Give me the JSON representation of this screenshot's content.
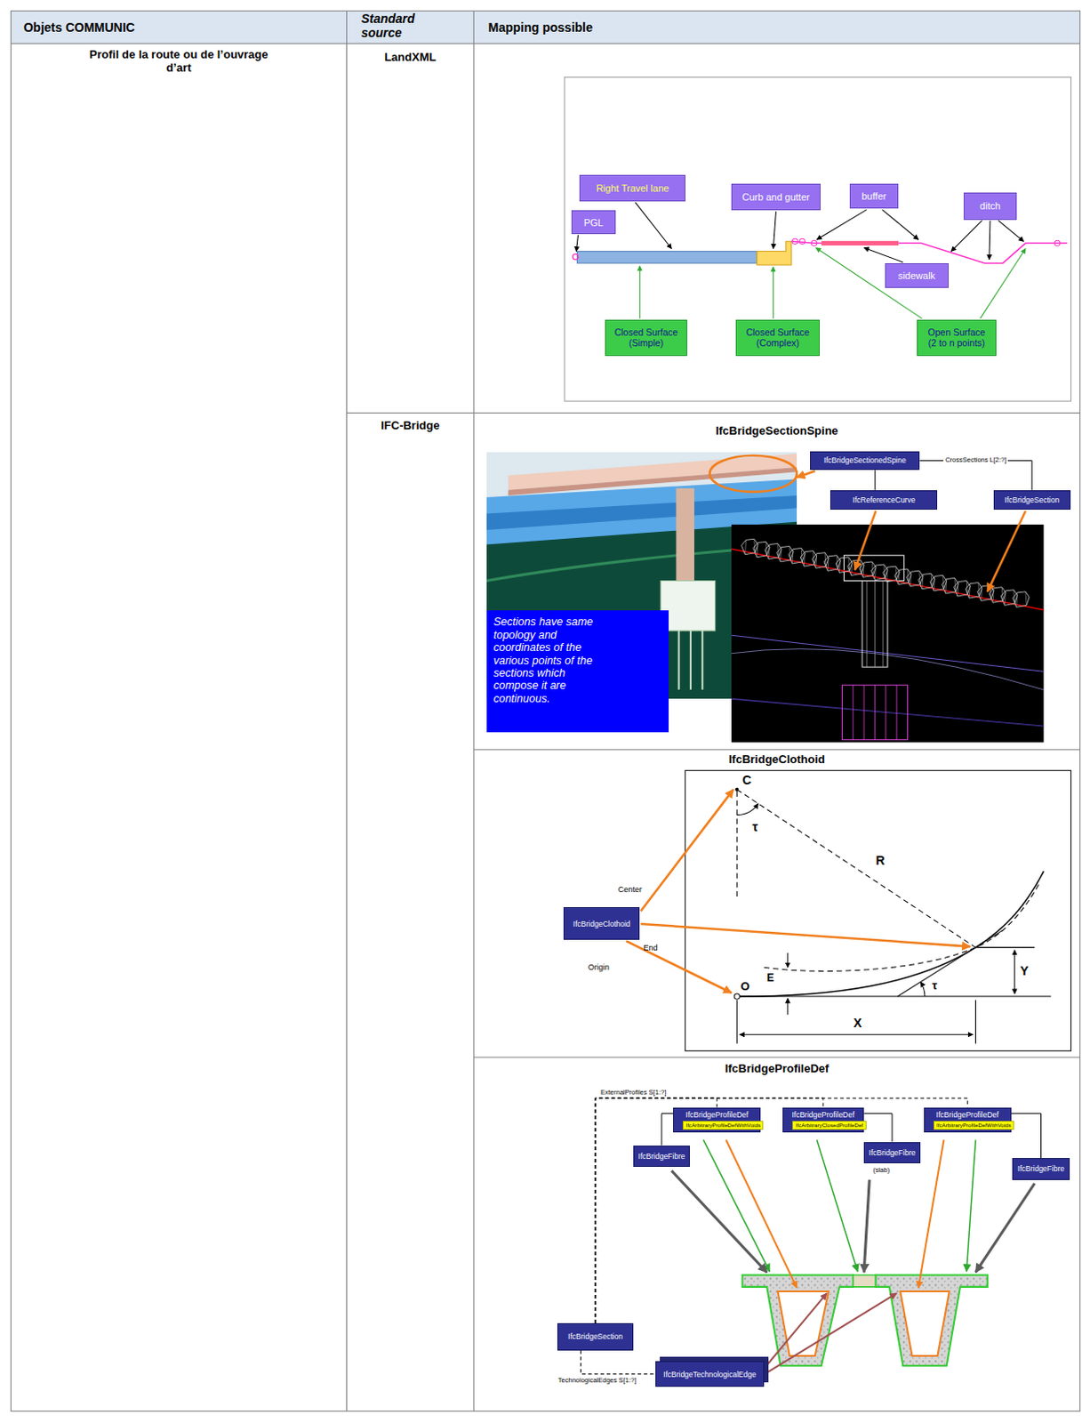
{
  "diagram": {
    "nodes": [
      {
        "text": [
          "Right Travel lane"
        ]
      },
      {
        "text": [
          "PGL"
        ]
      },
      {
        "text": [
          "Curb and gutter"
        ]
      },
      {
        "text": [
          "buffer"
        ]
      },
      {
        "text": [
          "ditch"
        ]
      },
      {
        "text": [
          "sidewalk"
        ]
      },
      {
        "text": [
          "Closed Surface (Simple)"
        ]
      },
      {
        "text": [
          "Closed Surface (Complex)"
        ]
      },
      {
        "text": [
          "Open Surface (2 to n points)"
        ]
      },
      {
        "text": [
          "IfcBridgeSectionedSpine"
        ]
      },
      {
        "text": [
          "IfcReferenceCurve"
        ]
      },
      {
        "text": [
          "IfcBridgeSection"
        ]
      },
      {
        "text": [
          "Sections have same topology and coordinates of the various points of the sections which compose it are continuous."
        ]
      },
      {
        "text": [
          "IfcBridgeClothoid"
        ]
      },
      {
        "text": [
          "IfcBridgeProfileDef"
        ]
      },
      {
        "text": [
          "IfcArbitraryProfileDefWithVoids"
        ],
        "in": 14
      },
      {
        "text": [
          "IfcBridgeProfileDef"
        ]
      },
      {
        "text": [
          "IfcArbitraryClosedProfileDef"
        ],
        "in": 16
      },
      {
        "text": [
          "IfcBridgeProfileDef"
        ]
      },
      {
        "text": [
          "IfcArbitraryProfileDefWithVoids"
        ],
        "in": 18
      },
      {
        "text": [
          "IfcBridgeFibre"
        ]
      },
      {
        "text": [
          "IfcBridgeFibre"
        ]
      },
      {
        "text": [
          "IfcBridgeFibre"
        ]
      },
      {
        "text": [
          "IfcBridgeSection"
        ]
      },
      {
        "text": [
          "IfcBridgeTechnologicalEdge"
        ]
      }
    ],
    "edges": [
      {
        "from": 9,
        "to": 10,
        "arrow": "none"
      },
      {
        "from": 9,
        "to": 11,
        "arrow": "none",
        "label": "CrossSections L[2:?]"
      },
      {
        "from": 14,
        "to": 20,
        "arrow": "none"
      },
      {
        "from": 16,
        "to": 21,
        "arrow": "none"
      },
      {
        "from": 18,
        "to": 22,
        "arrow": "none"
      },
      {
        "from": 23,
        "to": 14,
        "arrow": "none",
        "label": "ExternalProfiles S[1:?]"
      },
      {
        "from": 23,
        "to": 16,
        "arrow": "none"
      },
      {
        "from": 23,
        "to": 18,
        "arrow": "none"
      },
      {
        "from": 23,
        "to": 24,
        "arrow": "none",
        "label": "TechnologicalEdges S[1:?]"
      }
    ],
    "labels": [
      "Objets COMMUNIC",
      "Standard source",
      "Mapping possible",
      "Profil de la route ou de l’ouvrage d’art",
      "LandXML",
      "IFC-Bridge",
      "IfcBridgeSectionSpine",
      "IfcBridgeClothoid",
      "Center",
      "End",
      "Origin",
      "C",
      "τ",
      "R",
      "E",
      "Y",
      "X",
      "O",
      "τ",
      "IfcBridgeProfileDef",
      "(slab)"
    ]
  }
}
